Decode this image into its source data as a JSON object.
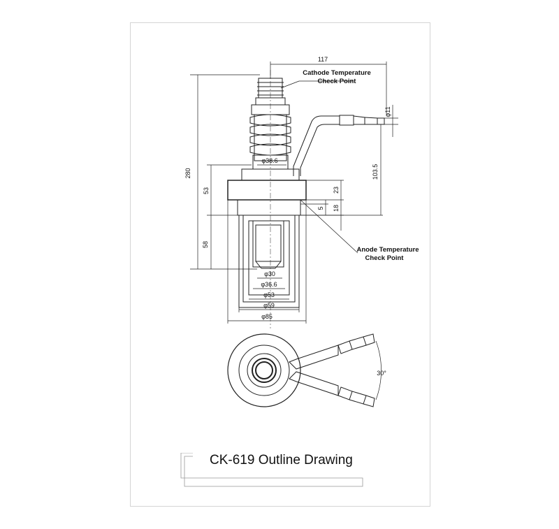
{
  "drawing": {
    "caption": "CK-619 Outline Drawing",
    "notes": {
      "cathode_line1": "Cathode Temperature",
      "cathode_line2": "Check Point",
      "anode_line1": "Anode Temperature",
      "anode_line2": "Check Point"
    },
    "dimensions": {
      "width_117": "117",
      "height_280": "280",
      "dia_11": "φ11",
      "height_103_5": "103.5",
      "dia_38_6": "φ38.6",
      "height_53": "53",
      "height_23": "23",
      "height_5": "5",
      "height_18": "18",
      "height_58": "58",
      "dia_30": "φ30",
      "dia_36_6": "φ36.6",
      "dia_53": "φ53",
      "dia_59": "φ59",
      "dia_85": "φ85",
      "angle_30": "30°"
    }
  }
}
